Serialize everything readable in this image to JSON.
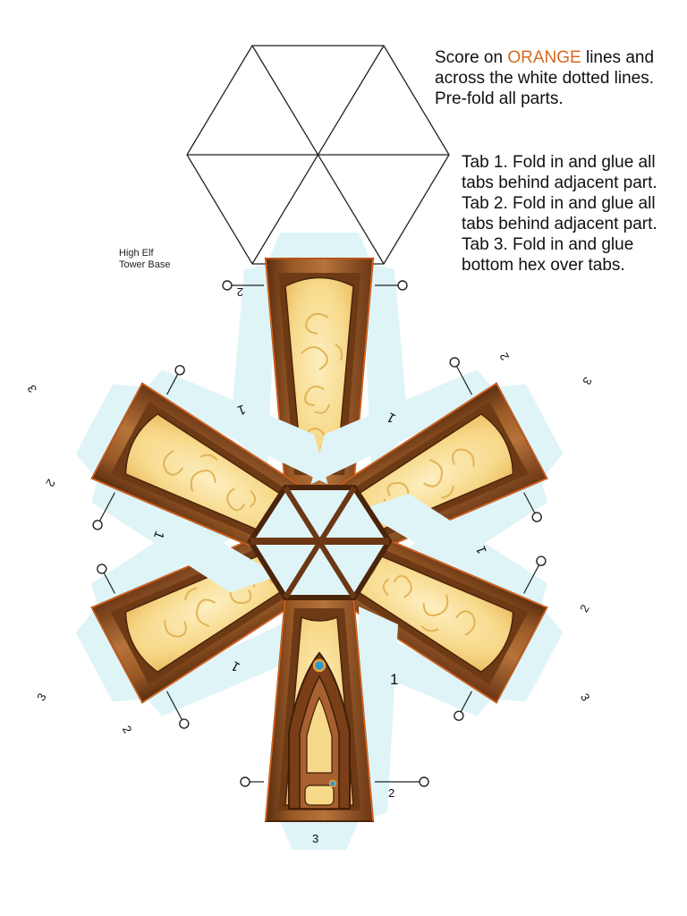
{
  "caption": {
    "line1": "High Elf",
    "line2": "Tower Base"
  },
  "instructions": {
    "part1": "Score on ",
    "highlight": "ORANGE",
    "part2": " lines and across the white dotted lines. Pre-fold all parts."
  },
  "tabs": [
    {
      "prefix": "Tab ",
      "number": "1",
      "text": ". Fold in and glue all tabs behind adjacent part."
    },
    {
      "prefix": "Tab ",
      "number": "2",
      "text": ". Fold in and glue all tabs behind adjacent part."
    },
    {
      "prefix": "Tab ",
      "number": "3",
      "text": ". Fold in and glue bottom hex over tabs."
    }
  ],
  "tab_labels": {
    "one": "1",
    "two": "2",
    "three": "3"
  },
  "colors": {
    "highlight": "#d4691e",
    "wood": "#8a4a1c",
    "wood_dark": "#5a2e10",
    "parchment": "#f7d98a",
    "tab_fill": "#dff4f7",
    "cut_line": "#d4691e",
    "gem": "#2e9ad0"
  }
}
